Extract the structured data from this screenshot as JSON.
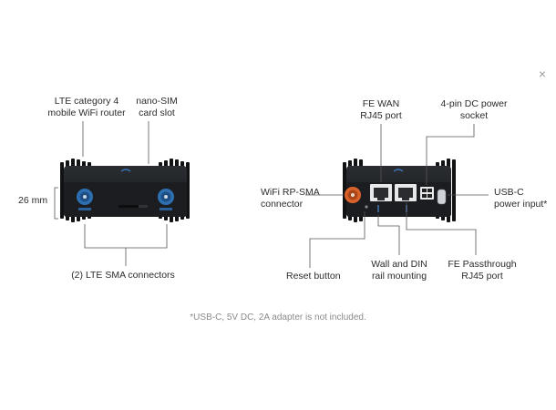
{
  "close_icon": "×",
  "left_device": {
    "labels": {
      "router": [
        "LTE category 4",
        "mobile WiFi router"
      ],
      "sim": [
        "nano-SIM",
        "card slot"
      ],
      "height": "26 mm",
      "sma": "(2) LTE SMA connectors"
    }
  },
  "right_device": {
    "labels": {
      "wan": [
        "FE WAN",
        "RJ45 port"
      ],
      "dc": [
        "4-pin DC power",
        "socket"
      ],
      "wifi": [
        "WiFi RP-SMA",
        "connector"
      ],
      "usbc": [
        "USB-C",
        "power input*"
      ],
      "reset": "Reset button",
      "mount": [
        "Wall and DIN",
        "rail mounting"
      ],
      "passthrough": [
        "FE Passthrough",
        "RJ45 port"
      ]
    }
  },
  "footnote": "*USB-C, 5V DC, 2A adapter is not included.",
  "colors": {
    "device_body": "#1c1e21",
    "sma_blue": "#2d6fb0",
    "sma_orange": "#d9622b",
    "callout_line": "#555555"
  }
}
